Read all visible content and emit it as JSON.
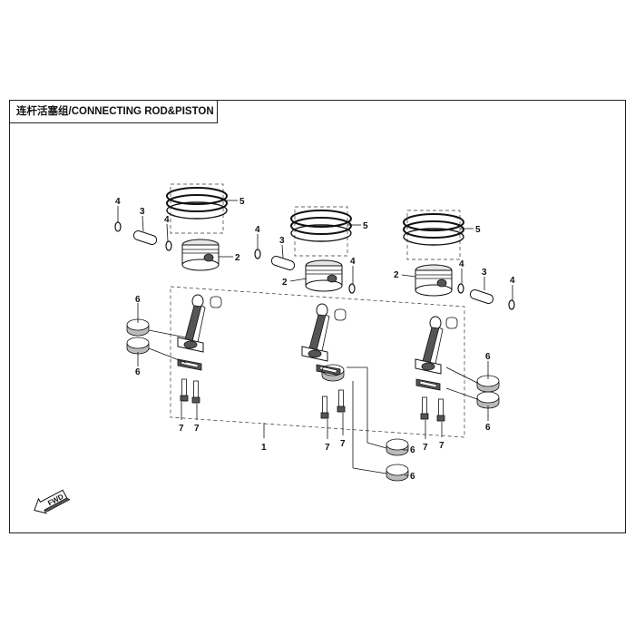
{
  "title": "连杆活塞组/CONNECTING ROD&PISTON ASSY",
  "fwd_label": "FWD",
  "callouts": {
    "c1": "1",
    "c2a": "2",
    "c2b": "2",
    "c2c": "2",
    "c3a": "3",
    "c3b": "3",
    "c3c": "3",
    "c4a": "4",
    "c4b": "4",
    "c4c": "4",
    "c4d": "4",
    "c4e": "4",
    "c4f": "4",
    "c5a": "5",
    "c5b": "5",
    "c5c": "5",
    "c6a": "6",
    "c6b": "6",
    "c6c": "6",
    "c6d": "6",
    "c6e": "6",
    "c6f": "6",
    "c7a": "7",
    "c7b": "7",
    "c7c": "7",
    "c7d": "7",
    "c7e": "7",
    "c7f": "7"
  },
  "colors": {
    "line": "#111111",
    "fill_mid": "#bbbbbb",
    "fill_dark": "#555555"
  }
}
